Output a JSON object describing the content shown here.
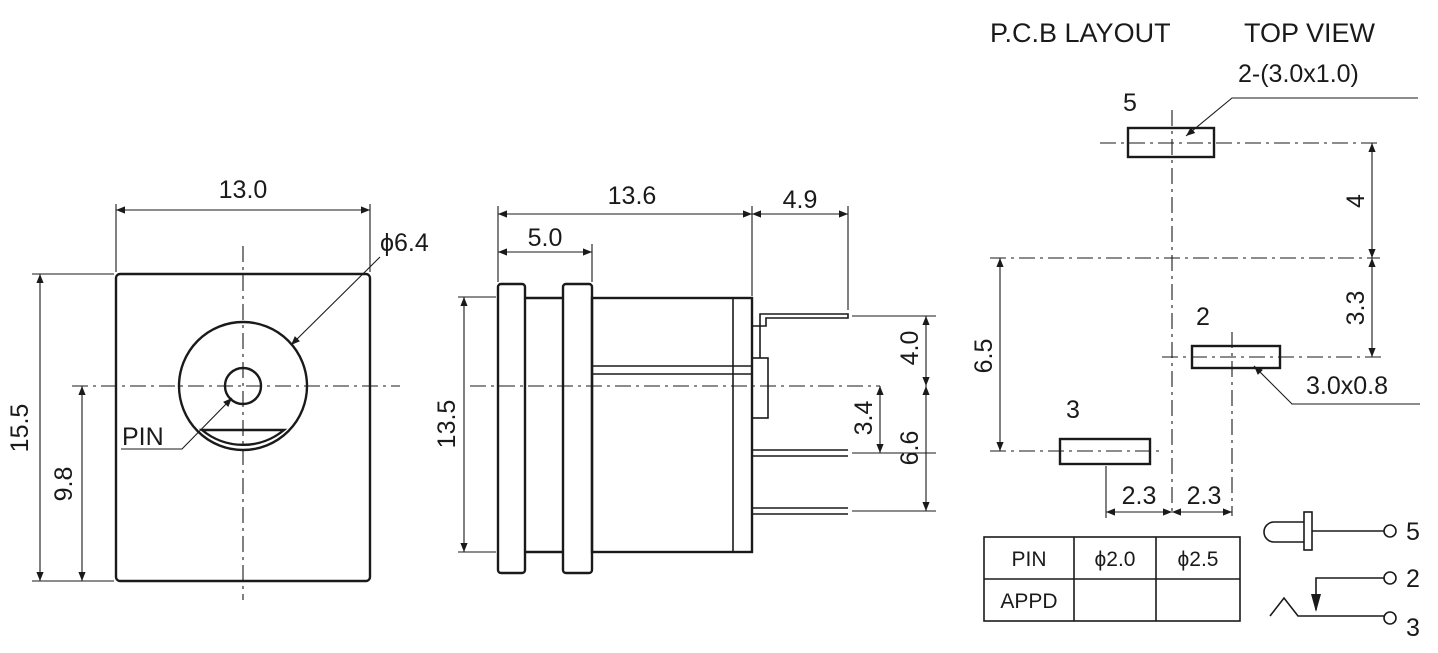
{
  "front": {
    "width": "13.0",
    "hole_dia": "ϕ6.4",
    "pin_label": "PIN",
    "height": "15.5",
    "center_height": "9.8"
  },
  "side": {
    "length": "13.6",
    "front_part": "5.0",
    "pin_reach": "4.9",
    "height": "13.5",
    "pin_top": "4.0",
    "pin_mid": "3.4",
    "pin_bottom": "6.6"
  },
  "pcb": {
    "title_layout": "P.C.B LAYOUT",
    "title_view": "TOP VIEW",
    "slot_label": "2-(3.0x1.0)",
    "pad_5": "5",
    "pad_2": "2",
    "pad_3": "3",
    "dim_4": "4",
    "dim_33": "3.3",
    "dim_65": "6.5",
    "pad_size": "3.0x0.8",
    "dim_23a": "2.3",
    "dim_23b": "2.3"
  },
  "table": {
    "row1": [
      "PIN",
      "ϕ2.0",
      "ϕ2.5"
    ],
    "row2": [
      "APPD",
      "",
      ""
    ]
  },
  "schematic": {
    "n5": "5",
    "n2": "2",
    "n3": "3"
  }
}
